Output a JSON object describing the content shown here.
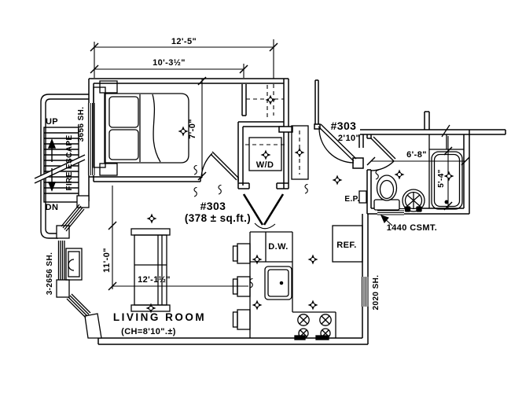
{
  "unit": {
    "number": "#303",
    "area": "(378 ± sq.ft.)"
  },
  "entry": {
    "label": "#303",
    "door_width": "2'10\""
  },
  "rooms": {
    "living": {
      "name": "LIVING ROOM",
      "ceiling_height": "(CH=8'10\".±)"
    }
  },
  "stairs": {
    "up": "UP",
    "down": "DN",
    "name": "FIRE ESCAPE"
  },
  "windows": {
    "bedroom": "3656 SH.",
    "living_bay": "3-2656 SH.",
    "kitchen": "2020 SH.",
    "bathroom": "1440 CSMT."
  },
  "appliances": {
    "washer_dryer": "W/D",
    "dishwasher": "D.W.",
    "refrigerator": "REF.",
    "electrical_panel": "E.P."
  },
  "dimensions": {
    "overall_top": "12'-5\"",
    "bedroom_top": "10'-3½\"",
    "bed_zone": "7'-0\"",
    "living_vertical": "11'-0\"",
    "living_horizontal": "12'-1½\"",
    "bathroom_width": "6'-8\"",
    "tub_length": "5'-4\""
  },
  "icons": {
    "ceiling_light": "4-point star with circle",
    "door_swing": "quarter arc",
    "stove_burner": "circle with X"
  },
  "colors": {
    "line": "#000000",
    "background": "#ffffff"
  }
}
